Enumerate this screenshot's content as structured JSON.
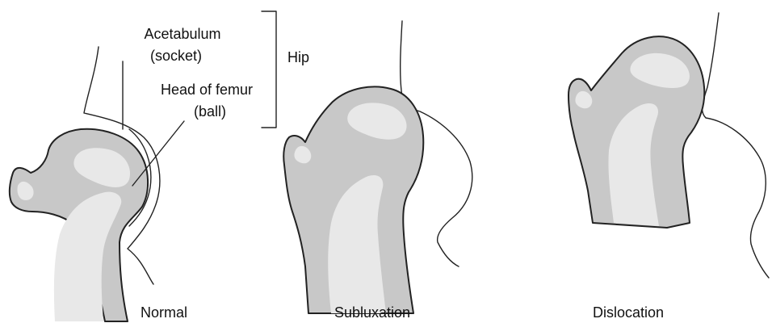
{
  "labels": {
    "acetabulum": "Acetabulum",
    "acetabulum_sub": "(socket)",
    "head_of_femur": "Head of femur",
    "head_of_femur_sub": "(ball)",
    "hip": "Hip"
  },
  "panels": [
    {
      "caption": "Normal"
    },
    {
      "caption": "Subluxation"
    },
    {
      "caption": "Dislocation"
    }
  ],
  "colors": {
    "bone": "#c8c8c8",
    "bone_inner": "#e8e8e8",
    "outline": "#222222"
  }
}
